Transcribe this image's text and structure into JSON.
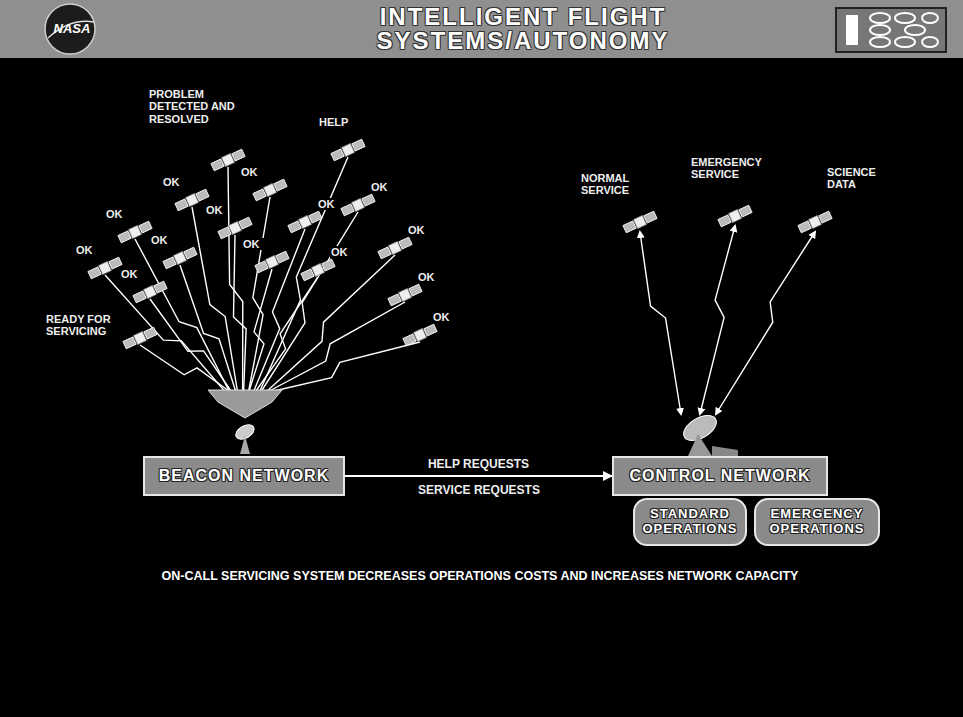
{
  "diagram": {
    "title": "INTELLIGENT FLIGHT SYSTEMS/AUTONOMY",
    "caption": "ON-CALL SERVICING SYSTEM DECREASES OPERATIONS COSTS AND INCREASES NETWORK CAPACITY",
    "nodes": [
      {
        "text": [
          "BEACON NETWORK"
        ]
      },
      {
        "text": [
          "CONTROL NETWORK"
        ]
      },
      {
        "text": [
          "STANDARD OPERATIONS"
        ]
      },
      {
        "text": [
          "EMERGENCY OPERATIONS"
        ]
      }
    ],
    "edges": [
      {
        "from": 0,
        "to": 1,
        "arrow": "to",
        "label": "HELP REQUESTS"
      }
    ],
    "labels": [
      "NASA",
      "PROBLEM DETECTED AND RESOLVED",
      "HELP",
      "OK",
      "OK",
      "OK",
      "OK",
      "OK",
      "OK",
      "OK",
      "OK",
      "OK",
      "OK",
      "OK",
      "OK",
      "OK",
      "OK",
      "READY FOR SERVICING",
      "NORMAL SERVICE",
      "EMERGENCY SERVICE",
      "SCIENCE DATA",
      "SERVICE REQUESTS"
    ]
  }
}
